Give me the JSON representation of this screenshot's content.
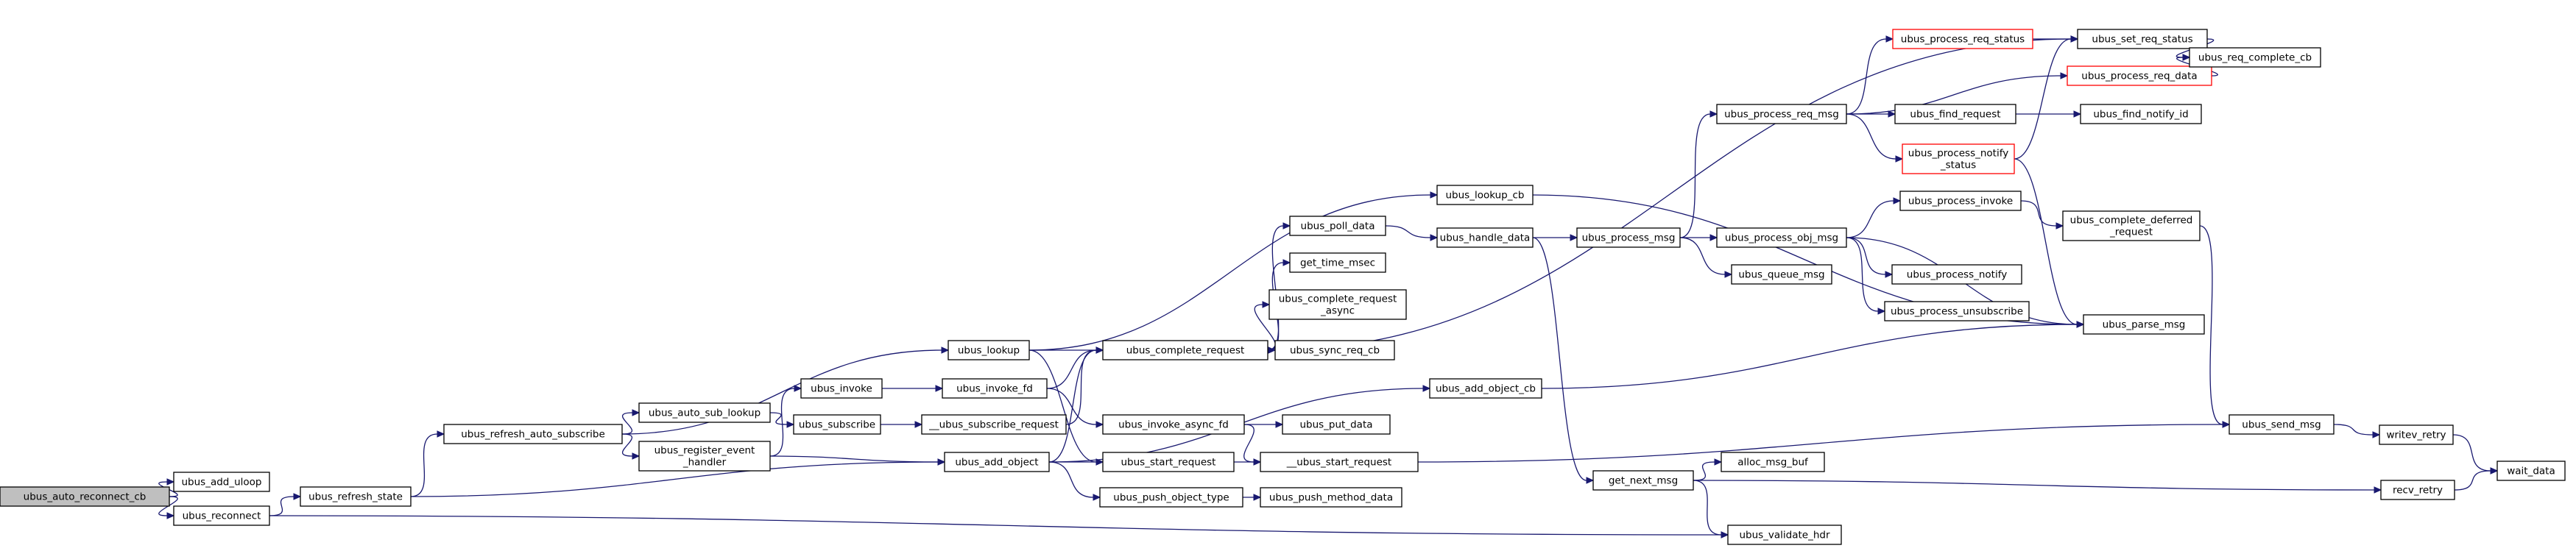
{
  "graph": {
    "nodes": [
      {
        "id": "n0",
        "lines": [
          "ubus_auto_reconnect_cb"
        ],
        "style": "root"
      },
      {
        "id": "n1",
        "lines": [
          "ubus_add_uloop"
        ]
      },
      {
        "id": "n2",
        "lines": [
          "ubus_reconnect"
        ]
      },
      {
        "id": "n3",
        "lines": [
          "ubus_refresh_state"
        ]
      },
      {
        "id": "n4",
        "lines": [
          "ubus_refresh_auto_subscribe"
        ]
      },
      {
        "id": "n5",
        "lines": [
          "ubus_auto_sub_lookup"
        ]
      },
      {
        "id": "n6",
        "lines": [
          "ubus_register_event",
          "_handler"
        ]
      },
      {
        "id": "n7",
        "lines": [
          "ubus_invoke"
        ]
      },
      {
        "id": "n8",
        "lines": [
          "ubus_subscribe"
        ]
      },
      {
        "id": "n9",
        "lines": [
          "ubus_lookup"
        ]
      },
      {
        "id": "n10",
        "lines": [
          "ubus_invoke_fd"
        ]
      },
      {
        "id": "n11",
        "lines": [
          "__ubus_subscribe_request"
        ]
      },
      {
        "id": "n12",
        "lines": [
          "ubus_add_object"
        ]
      },
      {
        "id": "n13",
        "lines": [
          "ubus_complete_request"
        ]
      },
      {
        "id": "n14",
        "lines": [
          "ubus_invoke_async_fd"
        ]
      },
      {
        "id": "n15",
        "lines": [
          "ubus_start_request"
        ]
      },
      {
        "id": "n16",
        "lines": [
          "ubus_push_object_type"
        ]
      },
      {
        "id": "n17",
        "lines": [
          "ubus_poll_data"
        ]
      },
      {
        "id": "n18",
        "lines": [
          "get_time_msec"
        ]
      },
      {
        "id": "n19",
        "lines": [
          "ubus_complete_request",
          "_async"
        ]
      },
      {
        "id": "n20",
        "lines": [
          "ubus_sync_req_cb"
        ]
      },
      {
        "id": "n21",
        "lines": [
          "ubus_put_data"
        ]
      },
      {
        "id": "n22",
        "lines": [
          "__ubus_start_request"
        ]
      },
      {
        "id": "n23",
        "lines": [
          "ubus_push_method_data"
        ]
      },
      {
        "id": "n24",
        "lines": [
          "ubus_lookup_cb"
        ]
      },
      {
        "id": "n25",
        "lines": [
          "ubus_handle_data"
        ]
      },
      {
        "id": "n26",
        "lines": [
          "ubus_add_object_cb"
        ]
      },
      {
        "id": "n27",
        "lines": [
          "ubus_process_msg"
        ]
      },
      {
        "id": "n28",
        "lines": [
          "get_next_msg"
        ]
      },
      {
        "id": "n29",
        "lines": [
          "ubus_process_req_msg"
        ]
      },
      {
        "id": "n30",
        "lines": [
          "ubus_process_obj_msg"
        ]
      },
      {
        "id": "n31",
        "lines": [
          "ubus_queue_msg"
        ]
      },
      {
        "id": "n32",
        "lines": [
          "alloc_msg_buf"
        ]
      },
      {
        "id": "n33",
        "lines": [
          "ubus_validate_hdr"
        ]
      },
      {
        "id": "n34",
        "lines": [
          "ubus_process_req_status"
        ],
        "style": "red"
      },
      {
        "id": "n35",
        "lines": [
          "ubus_find_request"
        ]
      },
      {
        "id": "n36",
        "lines": [
          "ubus_process_notify",
          "_status"
        ],
        "style": "red"
      },
      {
        "id": "n37",
        "lines": [
          "ubus_process_invoke"
        ]
      },
      {
        "id": "n38",
        "lines": [
          "ubus_process_notify"
        ]
      },
      {
        "id": "n39",
        "lines": [
          "ubus_process_unsubscribe"
        ]
      },
      {
        "id": "n40",
        "lines": [
          "ubus_set_req_status"
        ]
      },
      {
        "id": "n41",
        "lines": [
          "ubus_process_req_data"
        ],
        "style": "red"
      },
      {
        "id": "n42",
        "lines": [
          "ubus_find_notify_id"
        ]
      },
      {
        "id": "n43",
        "lines": [
          "ubus_complete_deferred",
          "_request"
        ]
      },
      {
        "id": "n44",
        "lines": [
          "ubus_parse_msg"
        ]
      },
      {
        "id": "n45",
        "lines": [
          "ubus_req_complete_cb"
        ]
      },
      {
        "id": "n46",
        "lines": [
          "ubus_send_msg"
        ]
      },
      {
        "id": "n47",
        "lines": [
          "writev_retry"
        ]
      },
      {
        "id": "n48",
        "lines": [
          "recv_retry"
        ]
      },
      {
        "id": "n49",
        "lines": [
          "wait_data"
        ]
      }
    ],
    "edges": [
      [
        "n0",
        "n1"
      ],
      [
        "n0",
        "n2"
      ],
      [
        "n2",
        "n3"
      ],
      [
        "n2",
        "n33"
      ],
      [
        "n3",
        "n4"
      ],
      [
        "n3",
        "n12"
      ],
      [
        "n4",
        "n5"
      ],
      [
        "n4",
        "n6"
      ],
      [
        "n4",
        "n9"
      ],
      [
        "n5",
        "n8"
      ],
      [
        "n6",
        "n7"
      ],
      [
        "n6",
        "n12"
      ],
      [
        "n7",
        "n10"
      ],
      [
        "n8",
        "n11"
      ],
      [
        "n9",
        "n13"
      ],
      [
        "n9",
        "n15"
      ],
      [
        "n9",
        "n24"
      ],
      [
        "n10",
        "n13"
      ],
      [
        "n10",
        "n14"
      ],
      [
        "n11",
        "n13"
      ],
      [
        "n12",
        "n13"
      ],
      [
        "n12",
        "n15"
      ],
      [
        "n12",
        "n16"
      ],
      [
        "n12",
        "n26"
      ],
      [
        "n13",
        "n17"
      ],
      [
        "n13",
        "n18"
      ],
      [
        "n13",
        "n19"
      ],
      [
        "n13",
        "n20"
      ],
      [
        "n13",
        "n40"
      ],
      [
        "n14",
        "n21"
      ],
      [
        "n14",
        "n22"
      ],
      [
        "n15",
        "n22"
      ],
      [
        "n16",
        "n23"
      ],
      [
        "n17",
        "n25"
      ],
      [
        "n22",
        "n46"
      ],
      [
        "n24",
        "n44"
      ],
      [
        "n25",
        "n27"
      ],
      [
        "n25",
        "n28"
      ],
      [
        "n26",
        "n44"
      ],
      [
        "n27",
        "n29"
      ],
      [
        "n27",
        "n30"
      ],
      [
        "n27",
        "n31"
      ],
      [
        "n28",
        "n32"
      ],
      [
        "n28",
        "n33"
      ],
      [
        "n28",
        "n48"
      ],
      [
        "n29",
        "n34"
      ],
      [
        "n29",
        "n35"
      ],
      [
        "n29",
        "n36"
      ],
      [
        "n29",
        "n41"
      ],
      [
        "n30",
        "n37"
      ],
      [
        "n30",
        "n38"
      ],
      [
        "n30",
        "n39"
      ],
      [
        "n30",
        "n44"
      ],
      [
        "n34",
        "n40"
      ],
      [
        "n35",
        "n42"
      ],
      [
        "n36",
        "n40"
      ],
      [
        "n36",
        "n44"
      ],
      [
        "n37",
        "n43"
      ],
      [
        "n40",
        "n45"
      ],
      [
        "n41",
        "n45"
      ],
      [
        "n43",
        "n46"
      ],
      [
        "n46",
        "n47"
      ],
      [
        "n47",
        "n49"
      ],
      [
        "n48",
        "n49"
      ]
    ]
  }
}
